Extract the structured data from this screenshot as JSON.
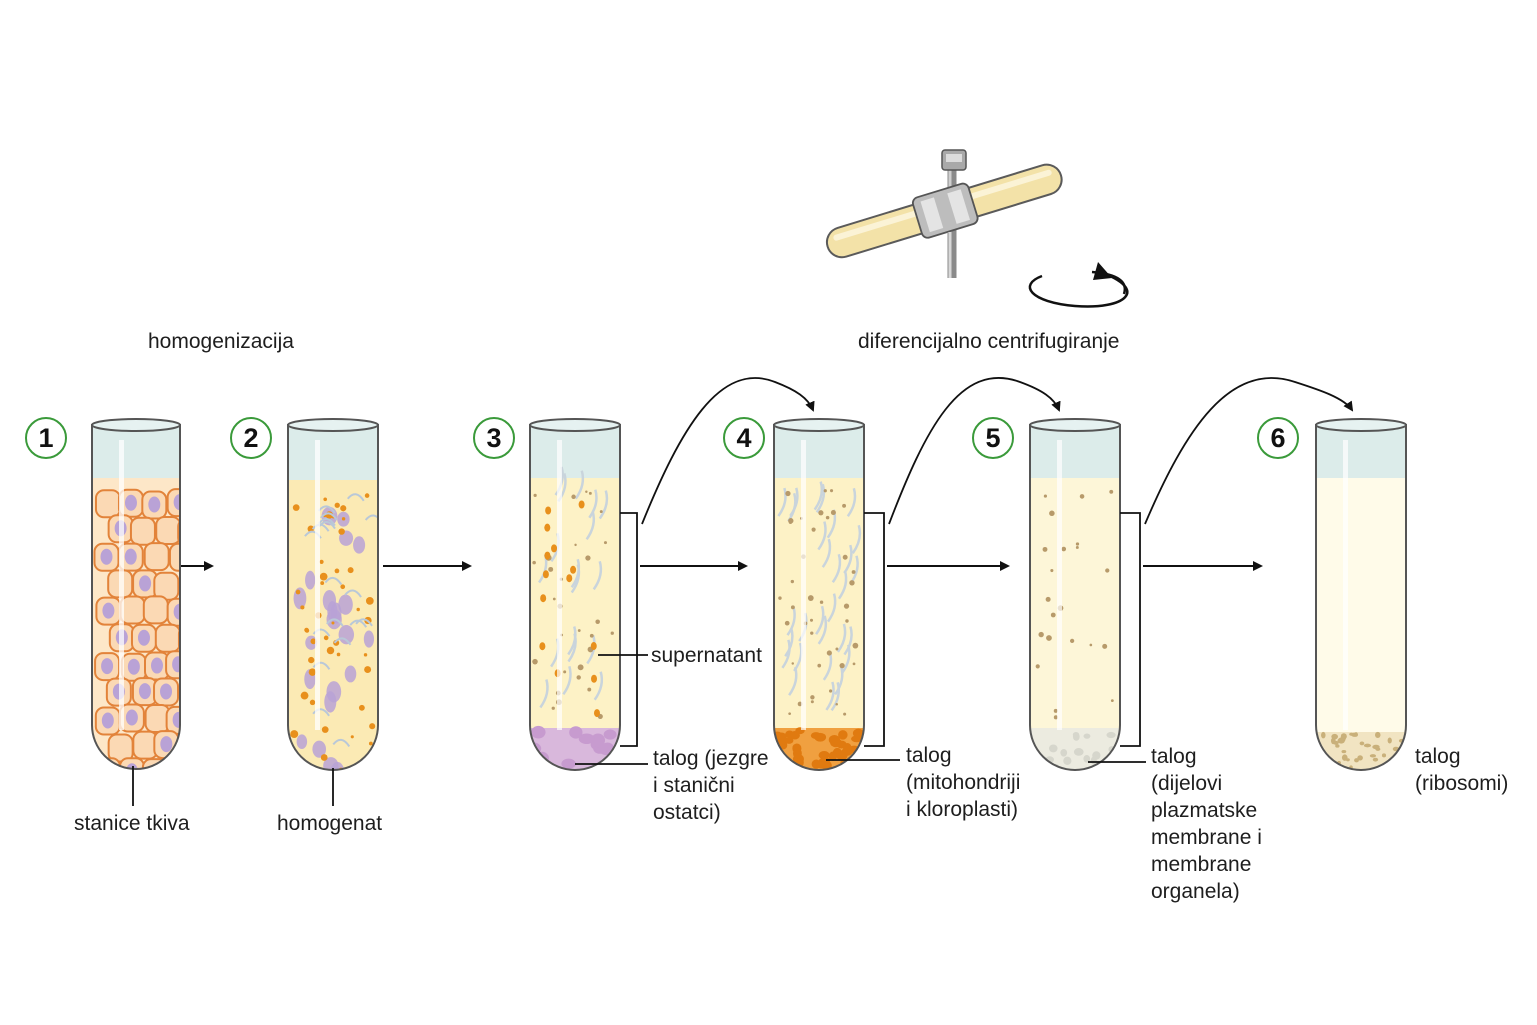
{
  "headings": {
    "homogenization": "homogenizacija",
    "centrifugation": "diferencijalno centrifugiranje"
  },
  "steps": [
    "1",
    "2",
    "3",
    "4",
    "5",
    "6"
  ],
  "labels": {
    "tube1": "stanice tkiva",
    "tube2": "homogenat",
    "supernatant": "supernatant",
    "tube3_pellet": [
      "talog (jezgre",
      "i stanični",
      "ostatci)"
    ],
    "tube4_pellet": [
      "talog",
      "(mitohondriji",
      "i kloroplasti)"
    ],
    "tube5_pellet": [
      "talog",
      "(dijelovi",
      "plazmatske",
      "membrane i",
      "membrane",
      "organela)"
    ],
    "tube6_pellet": [
      "talog",
      "(ribosomi)"
    ]
  },
  "colors": {
    "badge_ring": "#3a9a3a",
    "tube_top": "#cfe6e4",
    "fluid": "#fdf2c6",
    "cell_border": "#e2833a",
    "nucleus": "#b9a2d6",
    "mitochondria": "#e8901c",
    "centrifuge_tube": "#f3e2a8"
  }
}
